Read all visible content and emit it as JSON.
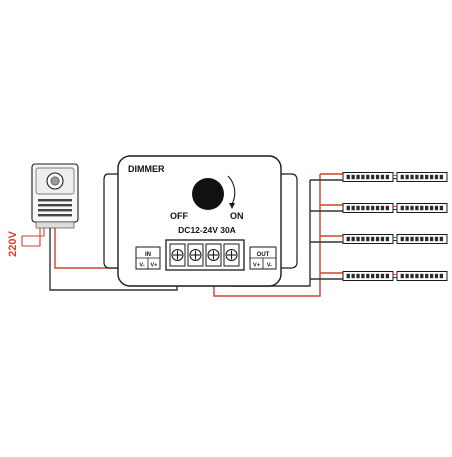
{
  "dimmer": {
    "title": "DIMMER",
    "off_label": "OFF",
    "on_label": "ON",
    "spec_label": "DC12-24V 30A",
    "in_label": "IN",
    "in_minus": "V-",
    "in_plus": "V+",
    "out_label": "OUT",
    "out_plus": "V+",
    "out_minus": "V-"
  },
  "power_supply": {
    "voltage_label": "220V"
  },
  "led_strips": {
    "count": 4,
    "segments_per_strip": 2,
    "leds_per_segment": 9
  },
  "colors": {
    "positive_wire": "#d0412e",
    "negative_wire": "#333333",
    "outline": "#1a1a1a",
    "knob": "#111111",
    "mains_label": "#d0412e"
  },
  "icons": {
    "terminal": "screw-terminal-icon",
    "knob": "rotary-knob-icon",
    "rotation": "rotation-arrow-icon"
  }
}
